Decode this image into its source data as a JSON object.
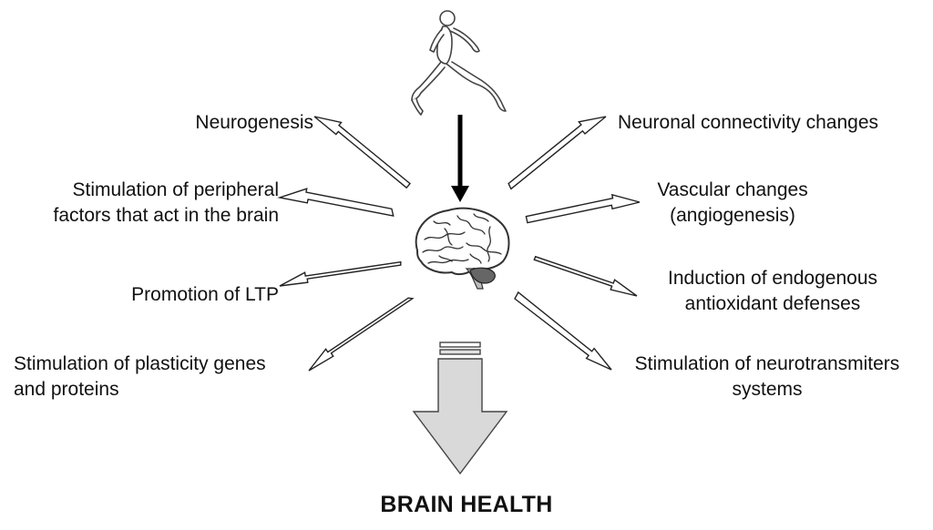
{
  "title": "BRAIN HEALTH",
  "central_icon": "brain-icon",
  "input_icon": "runner-icon",
  "left_effects": [
    {
      "lines": [
        "Neurogenesis"
      ]
    },
    {
      "lines": [
        "Stimulation of peripheral",
        "factors that act in the brain"
      ]
    },
    {
      "lines": [
        "Promotion of LTP"
      ]
    },
    {
      "lines": [
        "Stimulation of plasticity genes",
        "and proteins"
      ]
    }
  ],
  "right_effects": [
    {
      "lines": [
        "Neuronal connectivity changes"
      ]
    },
    {
      "lines": [
        "Vascular changes",
        "(angiogenesis)"
      ]
    },
    {
      "lines": [
        "Induction of endogenous",
        "antioxidant defenses"
      ]
    },
    {
      "lines": [
        "Stimulation of neurotransmiters",
        "systems"
      ]
    }
  ],
  "colors": {
    "arrow_fill": "#d9d9d9",
    "outline": "#222222",
    "text": "#111111"
  }
}
